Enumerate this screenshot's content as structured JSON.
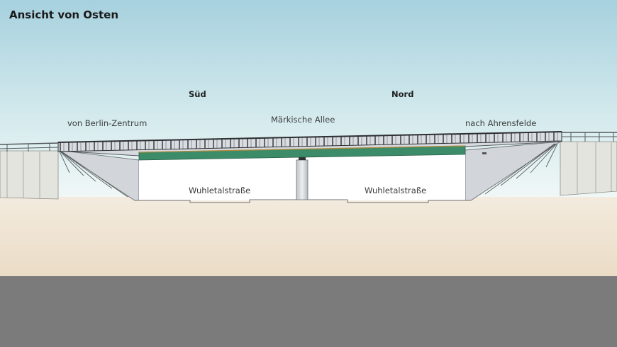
{
  "title": "Ansicht von Osten",
  "labels": {
    "south": "Süd",
    "north": "Nord",
    "from": "von Berlin-Zentrum",
    "bridge_road": "Märkische Allee",
    "to": "nach Ahrensfelde",
    "underpass_left": "Wuhletalstraße",
    "underpass_right": "Wuhletalstraße"
  },
  "colors": {
    "sky_top": "#a9d3df",
    "sky_bottom": "#f2f8f6",
    "ground": "#efe4d3",
    "asphalt": "#7b7b7b",
    "deck_green": "#3c8c6a",
    "abutment": "#d3d5d8",
    "wall": "#e4e4df"
  }
}
